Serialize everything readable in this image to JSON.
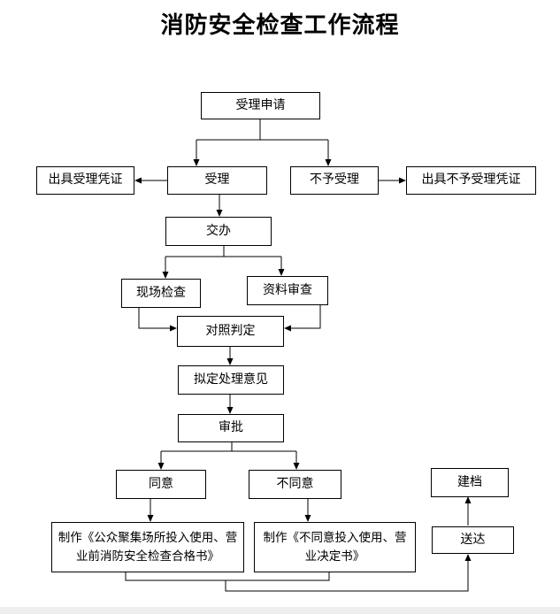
{
  "title": "消防安全检查工作流程",
  "nodes": {
    "accept_application": "受理申请",
    "issue_accept_certificate": "出具受理凭证",
    "accept": "受理",
    "not_accept": "不予受理",
    "issue_not_accept_certificate": "出具不予受理凭证",
    "assign": "交办",
    "site_inspection": "现场检查",
    "document_review": "资料审查",
    "compare_judge": "对照判定",
    "draft_opinion": "拟定处理意见",
    "approve": "审批",
    "agree": "同意",
    "disagree": "不同意",
    "make_qualified_certificate": "制作《公众聚集场所投入使用、营业前消防安全检查合格书》",
    "make_disagree_decision": "制作《不同意投入使用、营业决定书》",
    "archive": "建档",
    "deliver": "送达"
  }
}
